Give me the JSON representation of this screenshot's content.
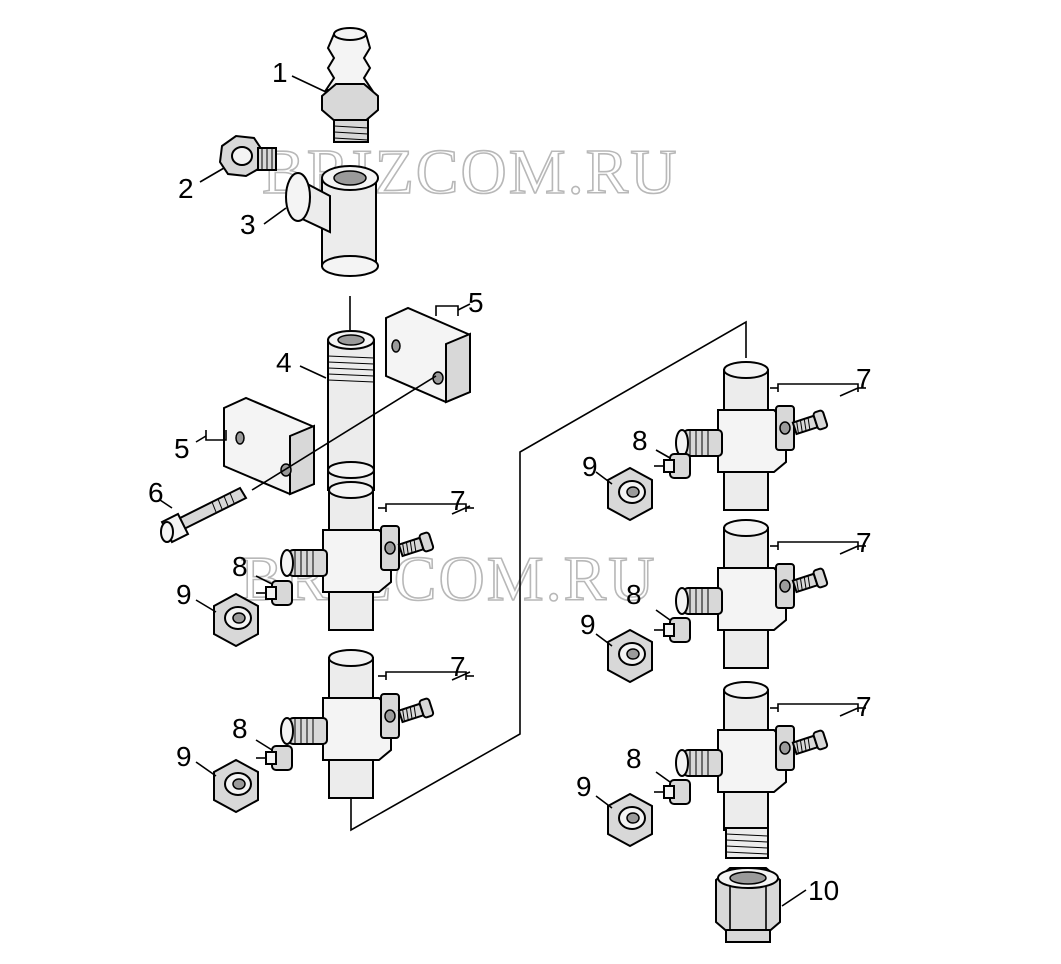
{
  "watermark": "BRIZCOM.RU",
  "parts": {
    "hose_nipple": "1",
    "plug": "2",
    "tee": "3",
    "pipe": "4",
    "clamp_half": "5",
    "bolt": "6",
    "outlet_assembly": "7",
    "insert": "8",
    "union_nut": "9",
    "reducer": "10"
  }
}
